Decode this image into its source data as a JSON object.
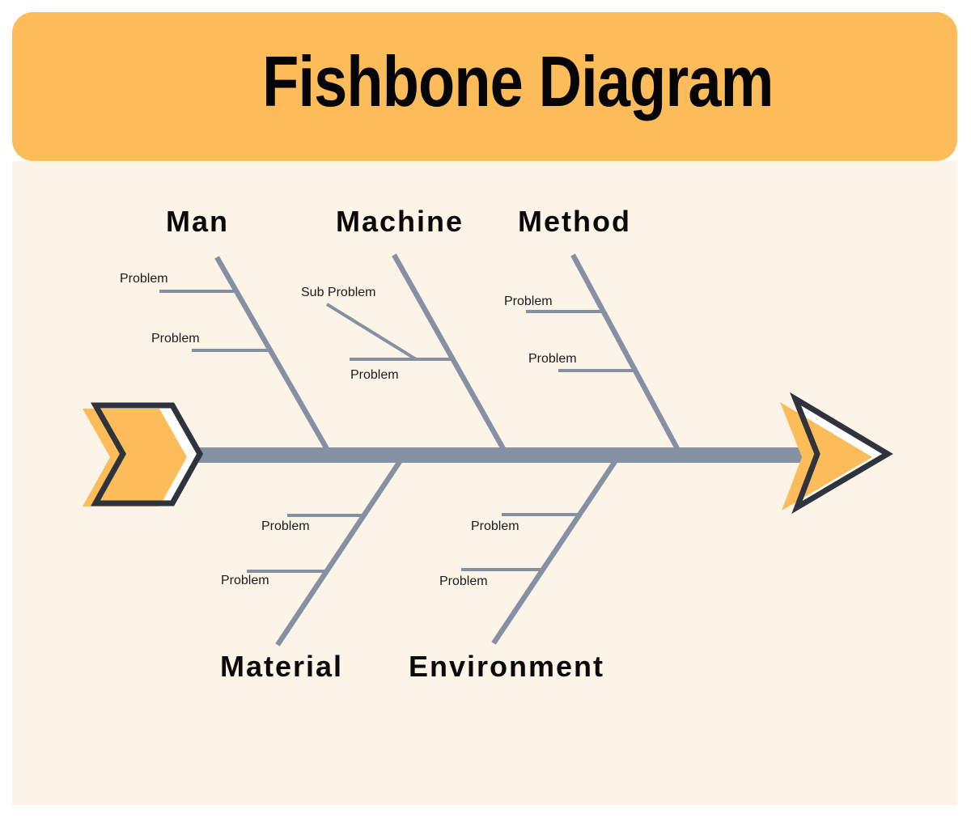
{
  "title": {
    "text": "Fishbone Diagram"
  },
  "colors": {
    "accent_orange": "#FCBC59",
    "background_cream": "#FDF4E8",
    "page_white": "#FFFFFF",
    "line_gray": "#8690A3",
    "arrow_outline_dark": "#2F333B",
    "text_black": "#111111"
  },
  "diagram": {
    "type": "fishbone",
    "branches": [
      {
        "name": "Man",
        "side": "top",
        "problems": [
          "Problem",
          "Problem"
        ]
      },
      {
        "name": "Machine",
        "side": "top",
        "problems": [
          "Problem"
        ],
        "sub_problem": "Sub Problem"
      },
      {
        "name": "Method",
        "side": "top",
        "problems": [
          "Problem",
          "Problem"
        ]
      },
      {
        "name": "Material",
        "side": "bottom",
        "problems": [
          "Problem",
          "Problem"
        ]
      },
      {
        "name": "Environment",
        "side": "bottom",
        "problems": [
          "Problem",
          "Problem"
        ]
      }
    ]
  }
}
